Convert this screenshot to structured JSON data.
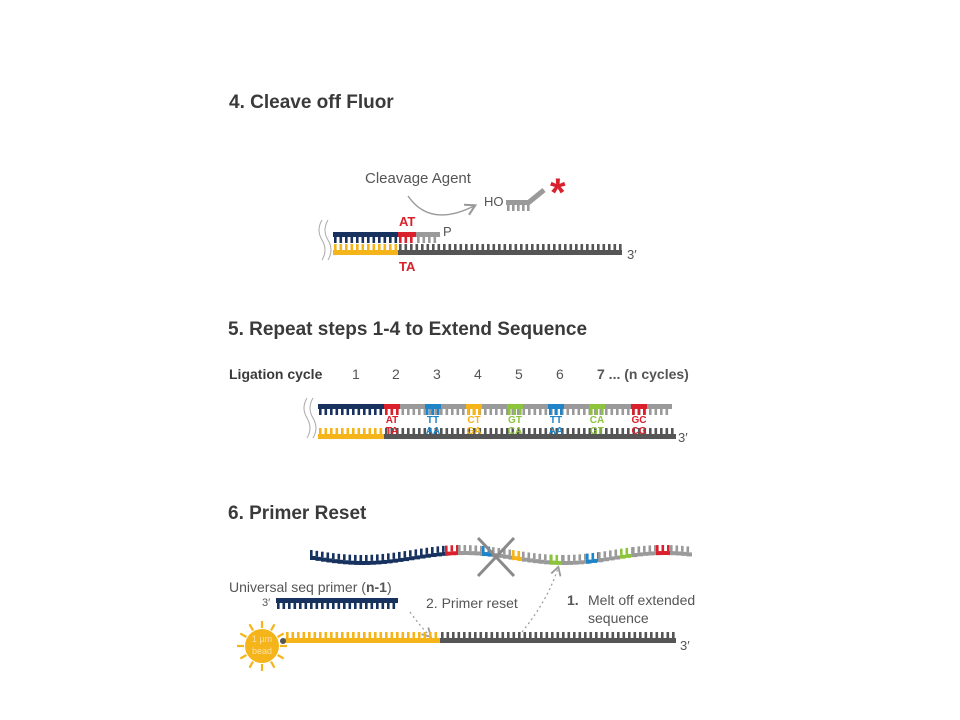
{
  "colors": {
    "navy": "#17325e",
    "yellow": "#f4b41a",
    "gray_light": "#9a9a9a",
    "gray_dark": "#555555",
    "red": "#d9202c",
    "blue": "#1f84c7",
    "green": "#8cc43c",
    "text": "#555555"
  },
  "step4": {
    "title": "4. Cleave off Fluor",
    "agent_label": "Cleavage Agent",
    "ho_label": "HO",
    "fluor_symbol": "*",
    "p_label": "P",
    "top_pair": "AT",
    "bottom_pair": "TA",
    "end_label": "3′"
  },
  "step5": {
    "title": "5. Repeat steps 1-4 to Extend Sequence",
    "cycle_label": "Ligation cycle",
    "cycles": [
      "1",
      "2",
      "3",
      "4",
      "5",
      "6",
      "7 ... (n cycles)"
    ],
    "top_pairs": [
      "AT",
      "TT",
      "CT",
      "GT",
      "TT",
      "CA",
      "GC"
    ],
    "bottom_pairs": [
      "TA",
      "AA",
      "GA",
      "CA",
      "AA",
      "GT",
      "CG"
    ],
    "pair_colors": [
      "red",
      "blue",
      "yellow",
      "green",
      "blue",
      "green",
      "red"
    ],
    "end_label": "3′"
  },
  "step6": {
    "title": "6. Primer Reset",
    "primer_label_pre": "Universal seq primer (",
    "primer_label_bold": "n-1",
    "primer_label_post": ")",
    "primer_end": "3′",
    "reset_label": "2. Primer reset",
    "melt_label_num": "1.",
    "melt_label_line1": "Melt off extended",
    "melt_label_line2": "sequence",
    "bead_line1": "1 µm",
    "bead_line2": "bead",
    "end_label": "3′"
  }
}
